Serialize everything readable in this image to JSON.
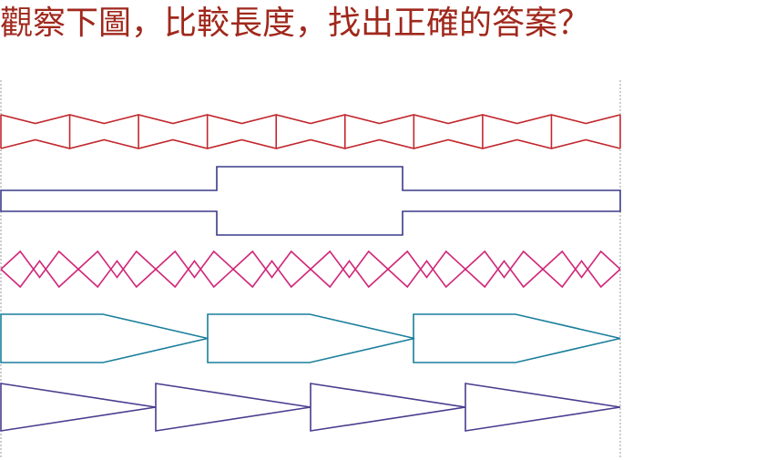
{
  "question": {
    "text": "觀察下圖，比較長度，找出正確的答案？",
    "color": "#a0281c"
  },
  "guides": {
    "color": "#999999"
  },
  "shapes": [
    {
      "id": "zigzag-bowtie-strip",
      "color": "#c1272d"
    },
    {
      "id": "bar-with-center-block",
      "color": "#3b3a8a"
    },
    {
      "id": "diamond-chain",
      "color": "#d1287a"
    },
    {
      "id": "pencil-arrows",
      "color": "#1a7f9b"
    },
    {
      "id": "triangle-wedges",
      "color": "#4b3c8e"
    }
  ]
}
